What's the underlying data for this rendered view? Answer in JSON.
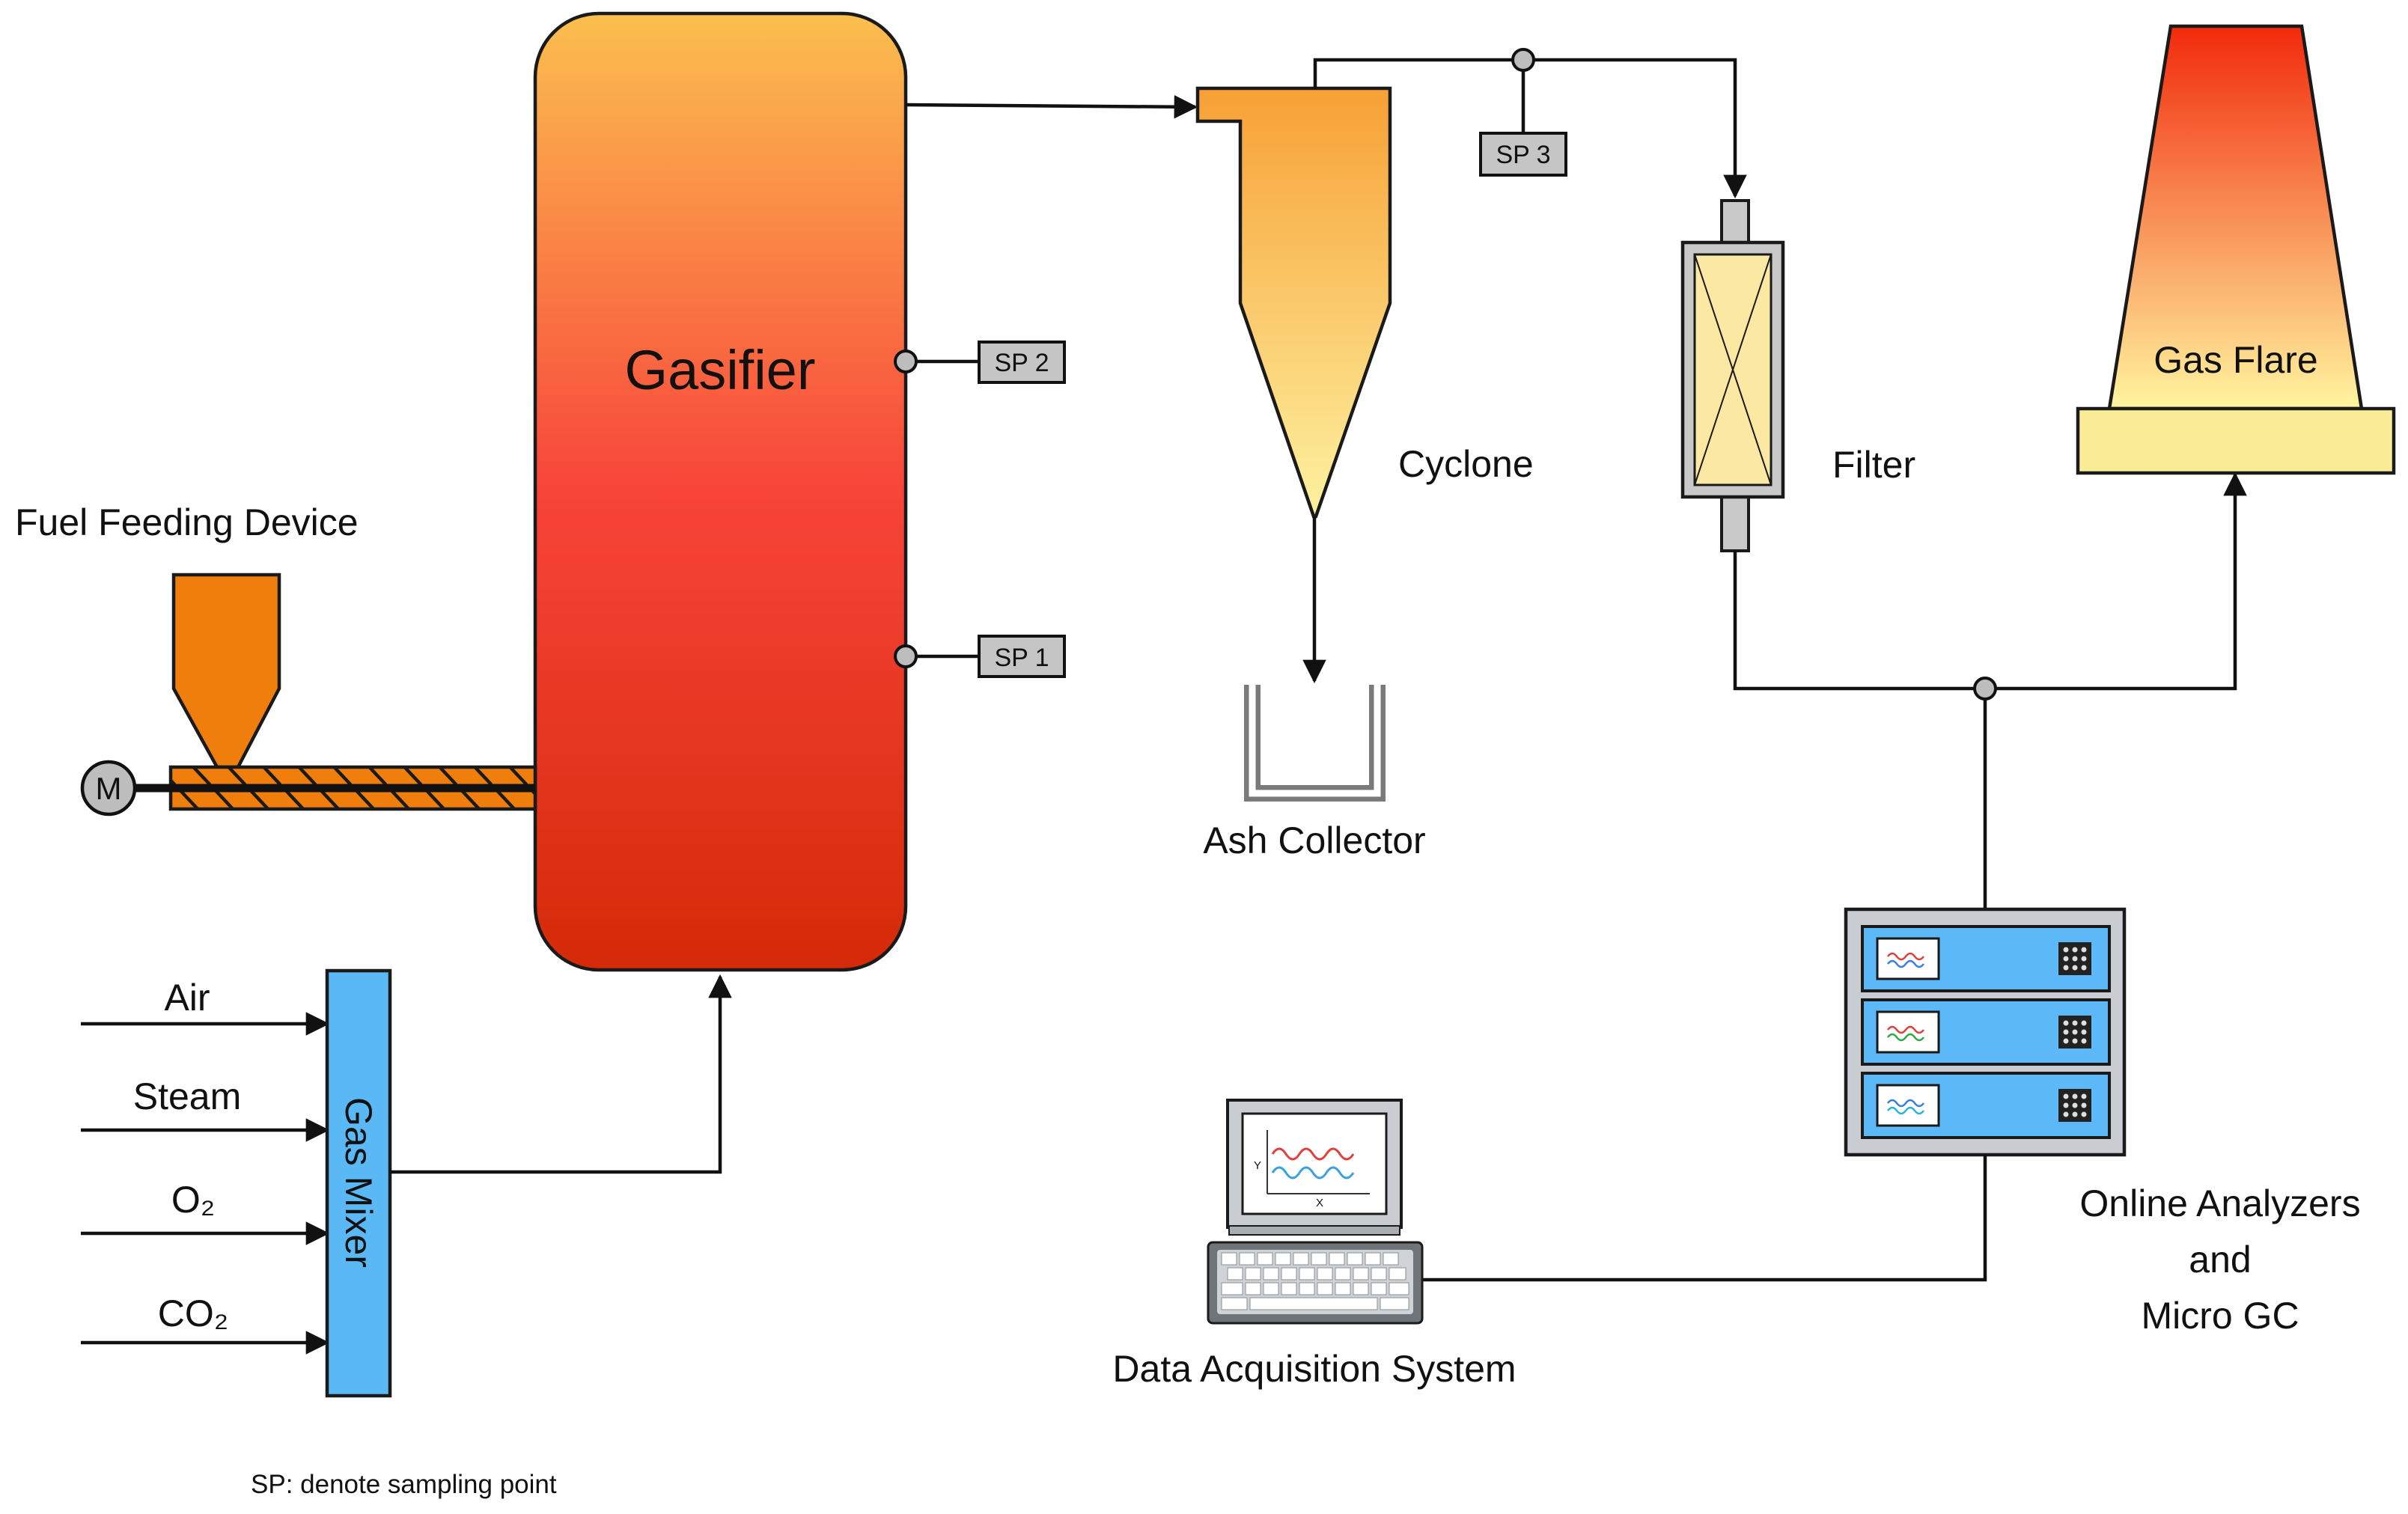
{
  "labels": {
    "gasifier": "Gasifier",
    "fuel_feeding_device": "Fuel Feeding Device",
    "motor": "M",
    "gas_mixer": "Gas Mixer",
    "air": "Air",
    "steam": "Steam",
    "o2": "O₂",
    "co2": "CO₂",
    "cyclone": "Cyclone",
    "ash_collector": "Ash Collector",
    "filter": "Filter",
    "gas_flare": "Gas Flare",
    "analyzers_line1": "Online Analyzers",
    "analyzers_line2": "and",
    "analyzers_line3": "Micro GC",
    "daq": "Data Acquisition System",
    "plot_axis_y": "Y",
    "plot_axis_x": "X"
  },
  "sampling_points": {
    "sp1": "SP 1",
    "sp2": "SP 2",
    "sp3": "SP 3"
  },
  "note": "SP: denote sampling point",
  "colors": {
    "gasifier_top": "#fbbf4f",
    "gasifier_mid": "#f8443a",
    "gasifier_bottom": "#d42a08",
    "cyclone_top": "#f7a035",
    "cyclone_bottom": "#fdf2a0",
    "hopper": "#f07e0d",
    "filter_fill": "#fbe8a2",
    "flare_top": "#f22a0c",
    "flare_bottom": "#fff5a0",
    "flare_base": "#faec96",
    "gas_mixer": "#5ab9f5",
    "analyzer_panel": "#5cb8f7",
    "rack": "#c9cdd2",
    "sp_box": "#c5c5c5"
  }
}
